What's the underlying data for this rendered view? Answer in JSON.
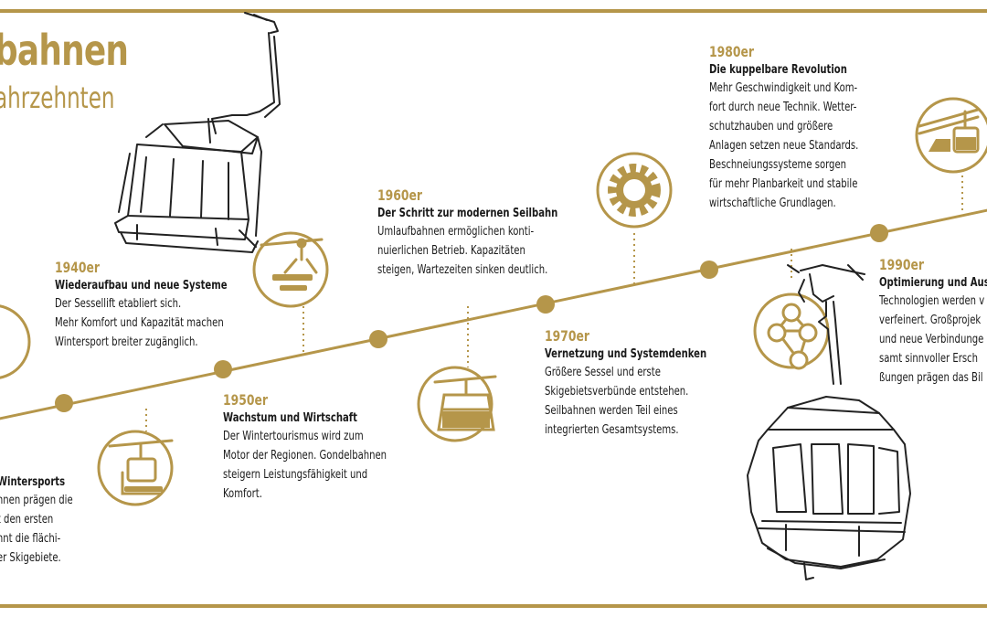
{
  "title": "bahnen",
  "subtitle": "ahrzehnten",
  "colors": {
    "accent": "#b5964a",
    "text": "#1a1a1a",
    "background": "#ffffff"
  },
  "entries": [
    {
      "year": "",
      "heading": "Wintersports",
      "body": [
        "hnen prägen die",
        "t den ersten",
        "nnt die flächi-",
        "er Skigebiete."
      ],
      "icon": "chairlift-icon"
    },
    {
      "year": "1940er",
      "heading": "Wiederaufbau und neue Systeme",
      "body": [
        "Der Sessellift etabliert sich.",
        "Mehr Komfort und Kapazität machen",
        "Wintersport breiter zugänglich."
      ],
      "icon": "chairlift-icon"
    },
    {
      "year": "1950er",
      "heading": "Wachstum und Wirtschaft",
      "body": [
        "Der Wintertourismus wird zum",
        "Motor der Regionen. Gondelbahnen",
        "steigern Leistungsfähigkeit und",
        "Komfort."
      ],
      "icon": "t-bar-lift-icon"
    },
    {
      "year": "1960er",
      "heading": "Der Schritt zur modernen Seilbahn",
      "body": [
        "Umlaufbahnen ermöglichen konti-",
        "nuierlichen Betrieb. Kapazitäten",
        "steigen, Wartezeiten sinken deutlich."
      ],
      "icon": "gondola-icon"
    },
    {
      "year": "1970er",
      "heading": "Vernetzung und Systemdenken",
      "body": [
        "Größere Sessel und erste",
        "Skigebietsverbünde entstehen.",
        "Seilbahnen werden Teil eines",
        "integrierten Gesamtsystems."
      ],
      "icon": "gear-icon"
    },
    {
      "year": "1980er",
      "heading": "Die kuppelbare Revolution",
      "body": [
        "Mehr Geschwindigkeit und Kom-",
        "fort durch neue Technik. Wetter-",
        "schutzhauben und größere",
        "Anlagen setzen neue Standards.",
        "Beschneiungssysteme sorgen",
        "für mehr Planbarkeit und stabile",
        "wirtschaftliche Grundlagen."
      ],
      "icon": "network-icon"
    },
    {
      "year": "1990er",
      "heading": "Optimierung und Aus",
      "body": [
        "Technologien werden v",
        "verfeinert. Großprojek",
        "und neue Verbindunge",
        "samt  sinnvoller Ersch",
        "ßungen prägen das Bil"
      ],
      "icon": "cable-car-station-icon"
    }
  ]
}
